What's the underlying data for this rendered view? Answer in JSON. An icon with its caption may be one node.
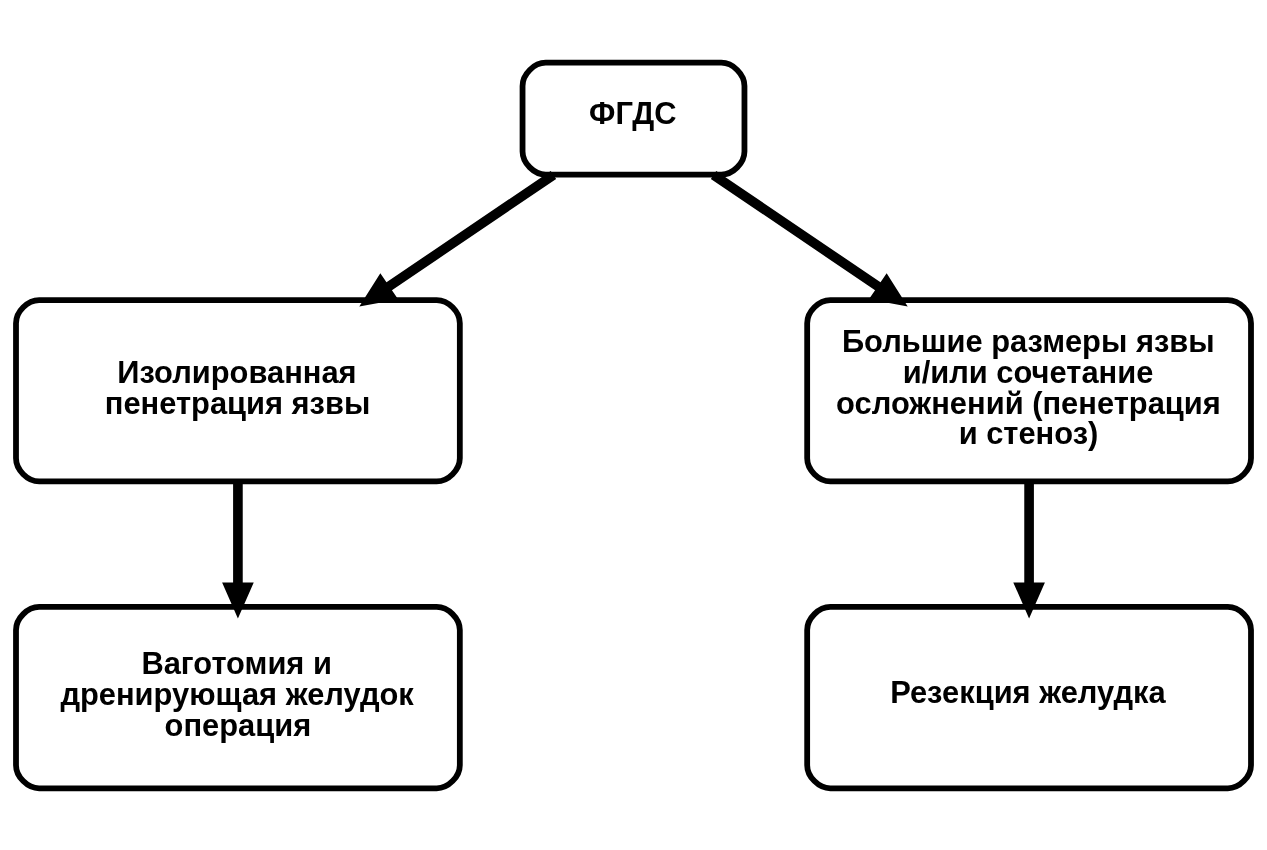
{
  "diagram": {
    "nodes": [
      {
        "text": [
          "ФГДС"
        ]
      },
      {
        "text": [
          "Изолированная пенетрация язвы"
        ]
      },
      {
        "text": [
          "Большие размеры язвы и/или сочетание осложнений (пенетрация и стеноз)"
        ]
      },
      {
        "text": [
          "Ваготомия и дренирующая желудок операция"
        ]
      },
      {
        "text": [
          "Резекция желудка"
        ]
      }
    ],
    "edges": [
      {
        "from": 0,
        "to": 1,
        "arrow": "to"
      },
      {
        "from": 0,
        "to": 2,
        "arrow": "to"
      },
      {
        "from": 1,
        "to": 3,
        "arrow": "to"
      },
      {
        "from": 2,
        "to": 4,
        "arrow": "to"
      }
    ]
  }
}
